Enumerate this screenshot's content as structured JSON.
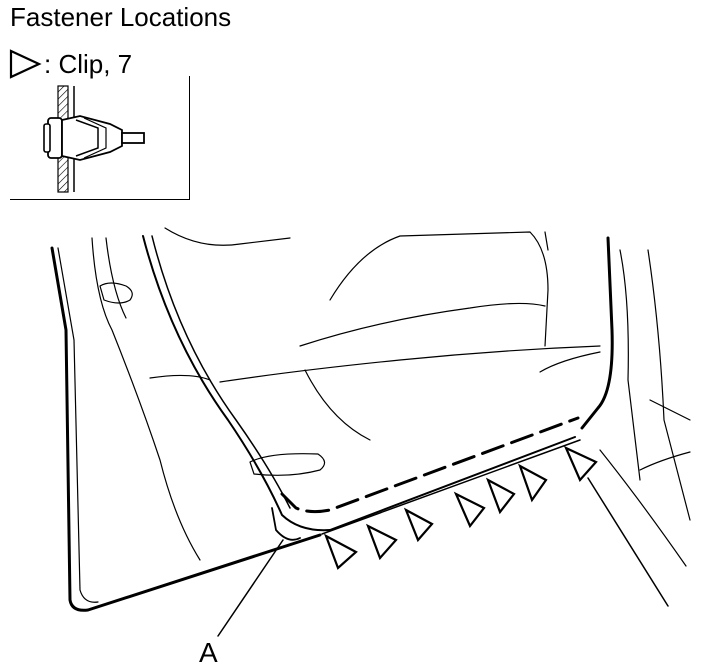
{
  "title": "Fastener Locations",
  "legend": {
    "icon": "triangle-outline-icon",
    "text": ": Clip, 7"
  },
  "callout": {
    "label": "A"
  }
}
